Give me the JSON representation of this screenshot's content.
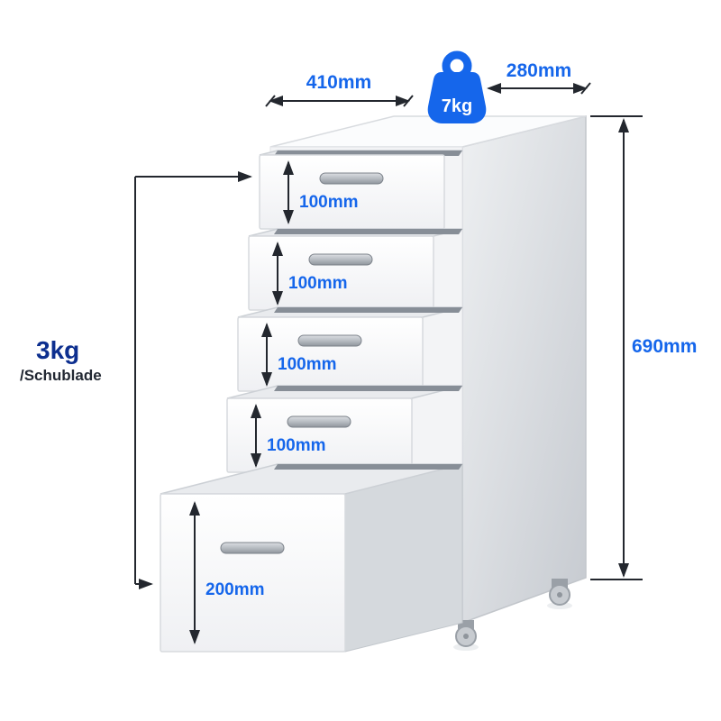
{
  "title": "drawer-cabinet-dimension-diagram",
  "colors": {
    "accent": "#1566eb",
    "navy": "#0d2f8f",
    "dark": "#222833",
    "line": "#23272e"
  },
  "dimensions": {
    "width": "410mm",
    "depth": "280mm",
    "height": "690mm",
    "total_weight": "7kg",
    "load_value": "3kg",
    "load_suffix": "/Schublade"
  },
  "drawers": [
    {
      "label": "100mm"
    },
    {
      "label": "100mm"
    },
    {
      "label": "100mm"
    },
    {
      "label": "100mm"
    },
    {
      "label": "200mm"
    }
  ]
}
